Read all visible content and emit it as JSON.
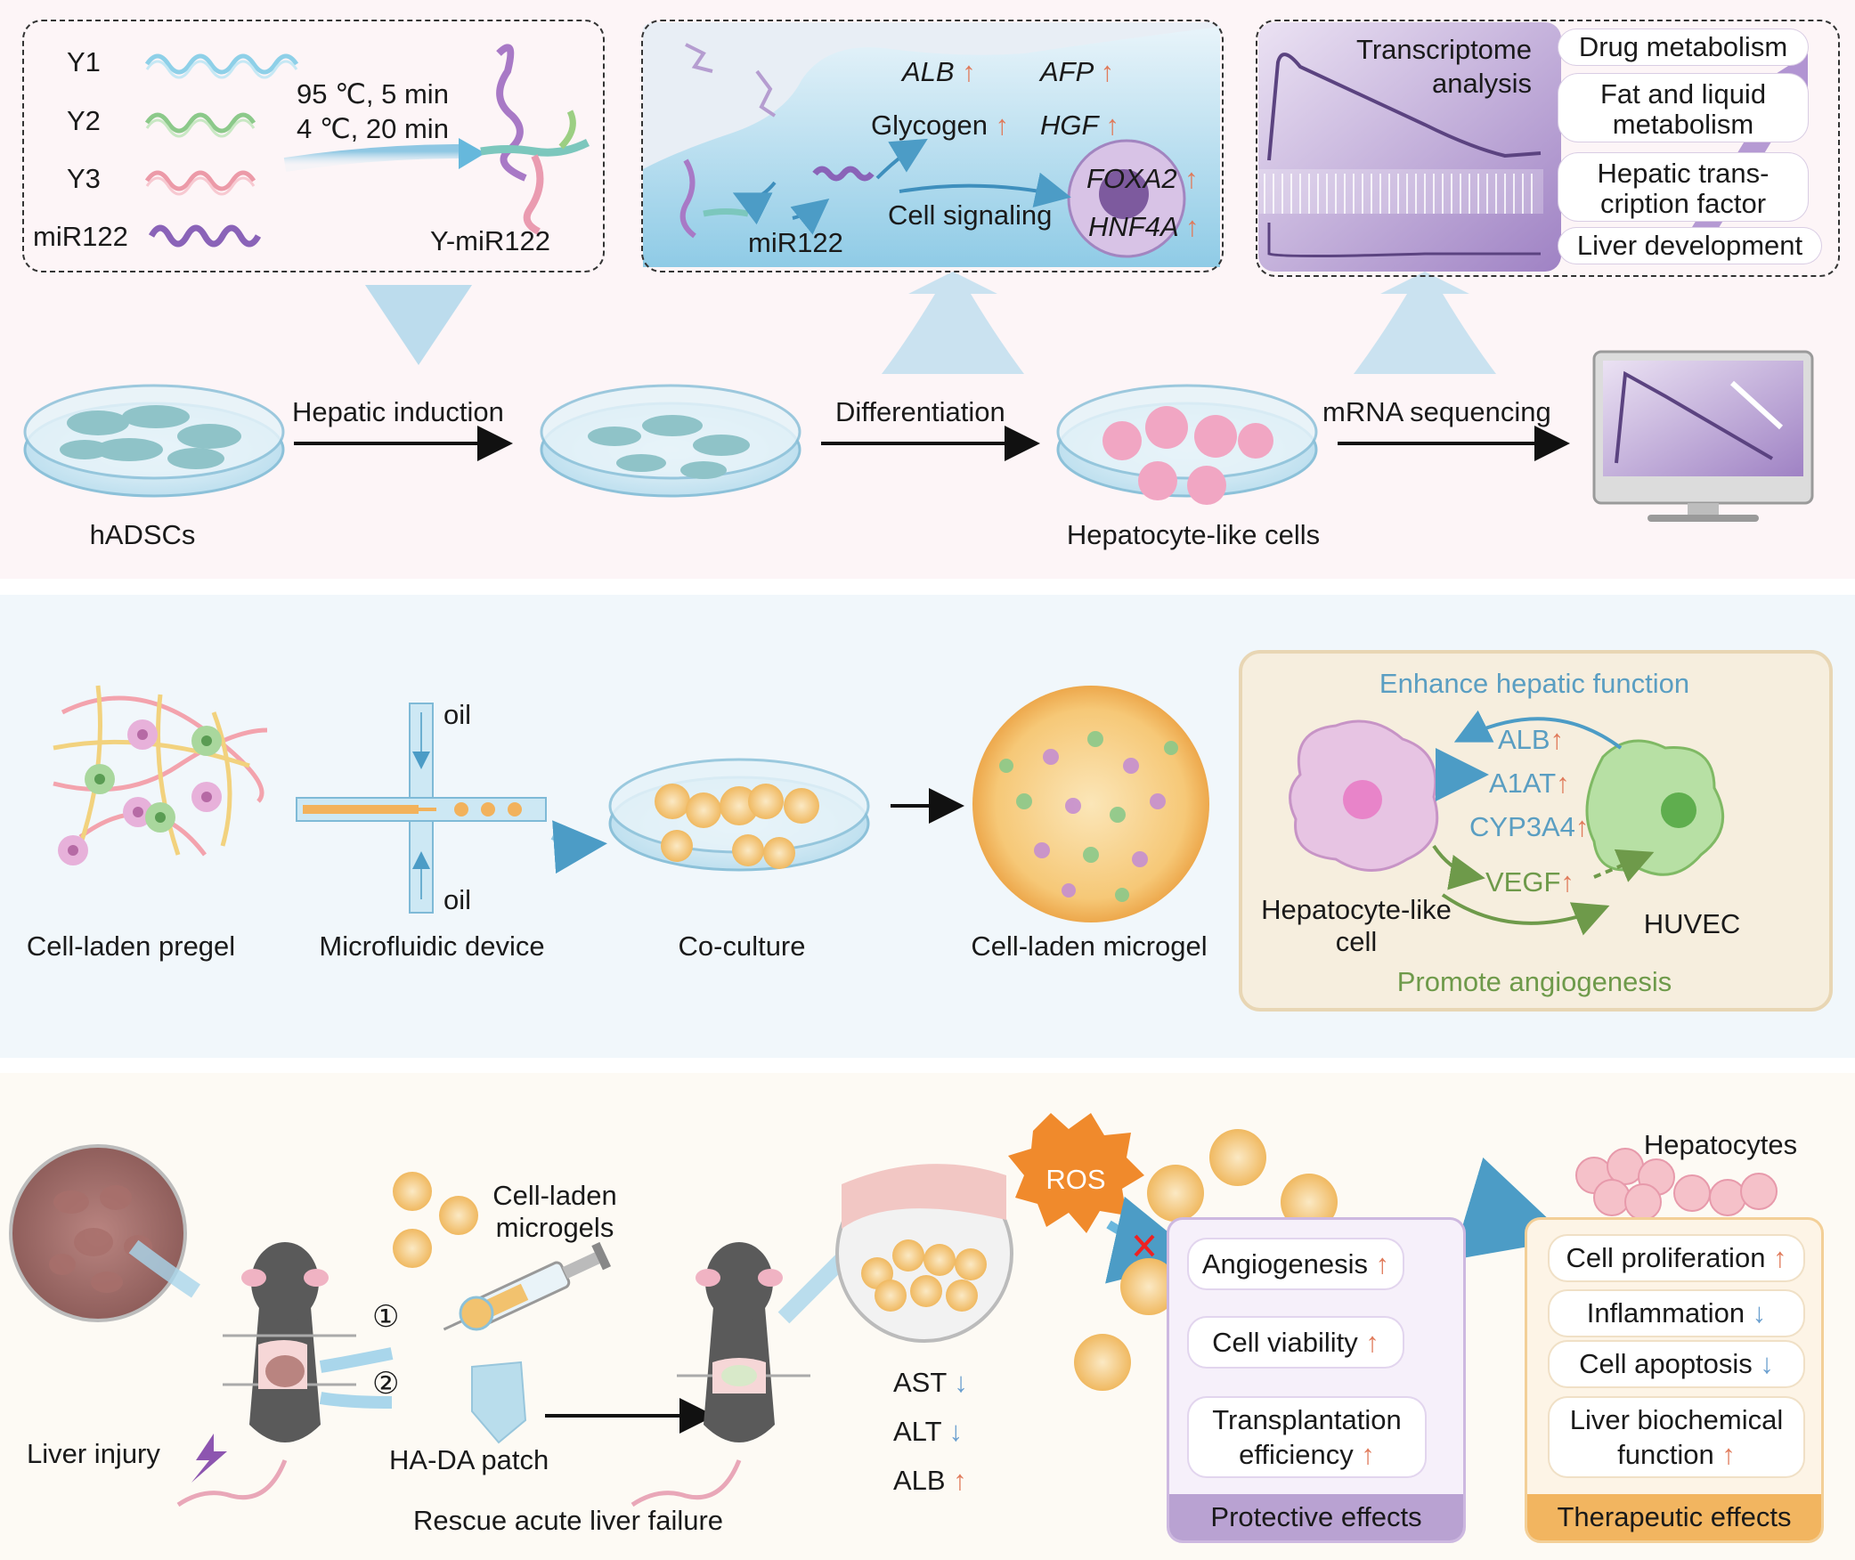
{
  "top": {
    "synthesis": {
      "strands": [
        "Y1",
        "Y2",
        "Y3",
        "miR122"
      ],
      "condition1": "95 ℃, 5 min",
      "condition2": "4 ℃, 20 min",
      "product": "Y-miR122"
    },
    "mechanism": {
      "genes": [
        "ALB",
        "AFP",
        "HGF",
        "FOXA2",
        "HNF4A"
      ],
      "glycogen": "Glycogen",
      "signaling": "Cell signaling",
      "mir": "miR122"
    },
    "transcriptome": {
      "title_line1": "Transcriptome",
      "title_line2": "analysis",
      "pills": [
        "Drug metabolism",
        "Fat and liquid metabolism",
        "Hepatic trans- cription factor",
        "Liver development"
      ]
    },
    "workflow": {
      "start": "hADSCs",
      "step1": "Hepatic induction",
      "step2": "Differentiation",
      "result": "Hepatocyte-like cells",
      "step3": "mRNA sequencing"
    }
  },
  "middle": {
    "pregel": "Cell-laden pregel",
    "device": "Microfluidic device",
    "oil": "oil",
    "coculture": "Co-culture",
    "microgel": "Cell-laden microgel",
    "interaction": {
      "title": "Enhance hepatic function",
      "markers": [
        "ALB",
        "A1AT",
        "CYP3A4"
      ],
      "vegf": "VEGF",
      "hepatocyte": "Hepatocyte-like cell",
      "huvec": "HUVEC",
      "footer": "Promote angiogenesis"
    }
  },
  "bottom": {
    "injury": "Liver injury",
    "microgels": "Cell-laden microgels",
    "patch": "HA-DA patch",
    "rescue": "Rescue acute liver failure",
    "route1": "①",
    "route2": "②",
    "markers": [
      "AST",
      "ALT",
      "ALB"
    ],
    "ros": "ROS",
    "protective": {
      "items": [
        "Angiogenesis",
        "Cell viability",
        "Transplantation efficiency"
      ],
      "footer": "Protective effects"
    },
    "therapeutic": {
      "header": "Hepatocytes",
      "items": [
        "Cell proliferation",
        "Inflammation",
        "Cell apoptosis",
        "Liver biochemical function"
      ],
      "footer": "Therapeutic effects"
    }
  },
  "colors": {
    "up_arrow": "#e07a5a",
    "down_arrow": "#6a9fcf",
    "teal_text": "#5a9ec2",
    "green_text": "#6e9a4a",
    "purple_panel": "#b9a2d2",
    "orange_panel": "#f2b560"
  }
}
